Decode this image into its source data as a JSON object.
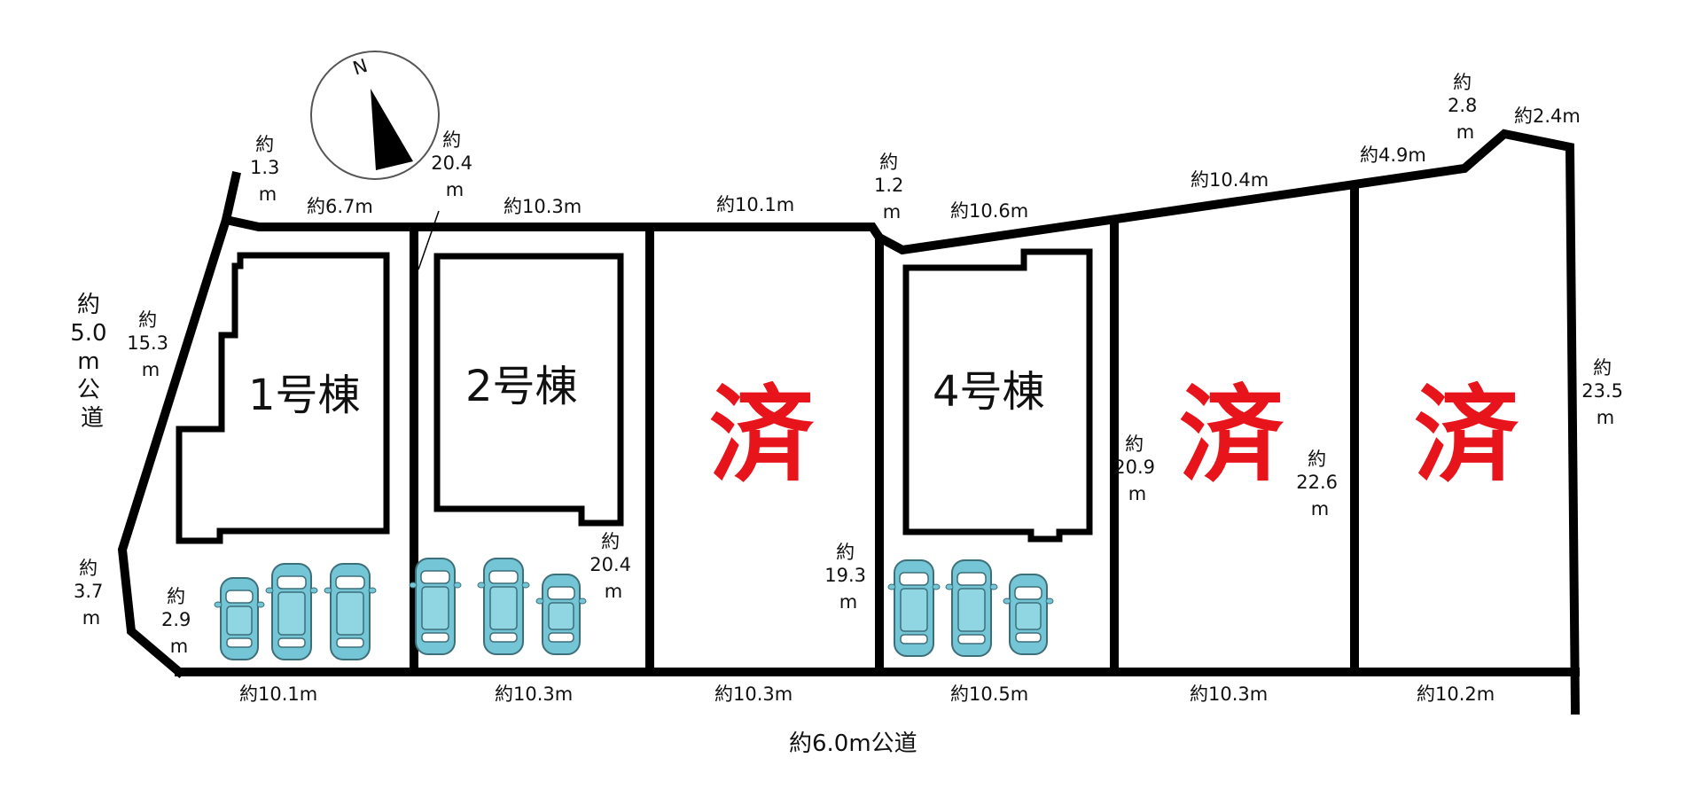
{
  "compass": {
    "letter": "N"
  },
  "road_west": {
    "lines": [
      "約",
      "5.0",
      "m",
      "公",
      "道"
    ]
  },
  "road_south": {
    "label": "約6.0m公道"
  },
  "lots": [
    {
      "id": "lot-1",
      "label": "1号棟",
      "sold": false
    },
    {
      "id": "lot-2",
      "label": "2号棟",
      "sold": false
    },
    {
      "id": "lot-3",
      "label": "済",
      "sold": true
    },
    {
      "id": "lot-4",
      "label": "4号棟",
      "sold": false
    },
    {
      "id": "lot-5",
      "label": "済",
      "sold": true
    },
    {
      "id": "lot-6",
      "label": "済",
      "sold": true
    }
  ],
  "dimensions": {
    "top": [
      "約6.7m",
      "約10.3m",
      "約10.1m",
      "約10.6m",
      "約10.4m",
      "約4.9m",
      "約2.4m"
    ],
    "bottom": [
      "約10.1m",
      "約10.3m",
      "約10.3m",
      "約10.5m",
      "約10.3m",
      "約10.2m"
    ],
    "vertical": [
      [
        "約",
        "1.3",
        "m"
      ],
      [
        "約",
        "20.4",
        "m"
      ],
      [
        "約",
        "15.3",
        "m"
      ],
      [
        "約",
        "3.7",
        "m"
      ],
      [
        "約",
        "2.9",
        "m"
      ],
      [
        "約",
        "20.4",
        "m"
      ],
      [
        "約",
        "1.2",
        "m"
      ],
      [
        "約",
        "19.3",
        "m"
      ],
      [
        "約",
        "20.9",
        "m"
      ],
      [
        "約",
        "22.6",
        "m"
      ],
      [
        "約",
        "2.8",
        "m"
      ],
      [
        "約",
        "23.5",
        "m"
      ]
    ]
  },
  "parking": {
    "icon": "car-icon",
    "car_color": "#74c6d6"
  },
  "colors": {
    "sold": "#e8141b",
    "boundary": "#000000"
  }
}
